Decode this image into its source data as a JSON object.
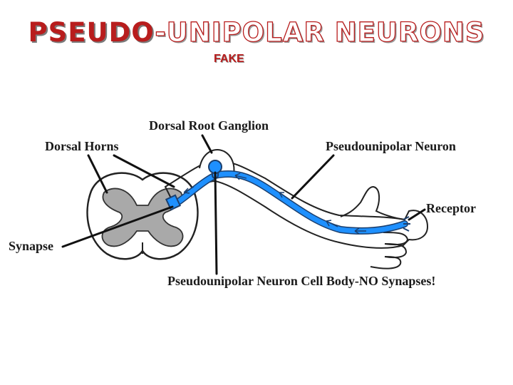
{
  "title": {
    "part1": "PSEUDO",
    "part2": "-UNIPOLAR NEURONS"
  },
  "subtitle": "FAKE",
  "labels": {
    "dorsal_root_ganglion": "Dorsal Root Ganglion",
    "dorsal_horns": "Dorsal Horns",
    "pseudounipolar_neuron": "Pseudounipolar Neuron",
    "receptor": "Receptor",
    "synapse": "Synapse",
    "cell_body": "Pseudounipolar Neuron Cell Body-NO Synapses!"
  },
  "colors": {
    "title_red": "#b81d1d",
    "neuron_blue": "#1e90ff",
    "gray_matter": "#a9a9a9"
  }
}
